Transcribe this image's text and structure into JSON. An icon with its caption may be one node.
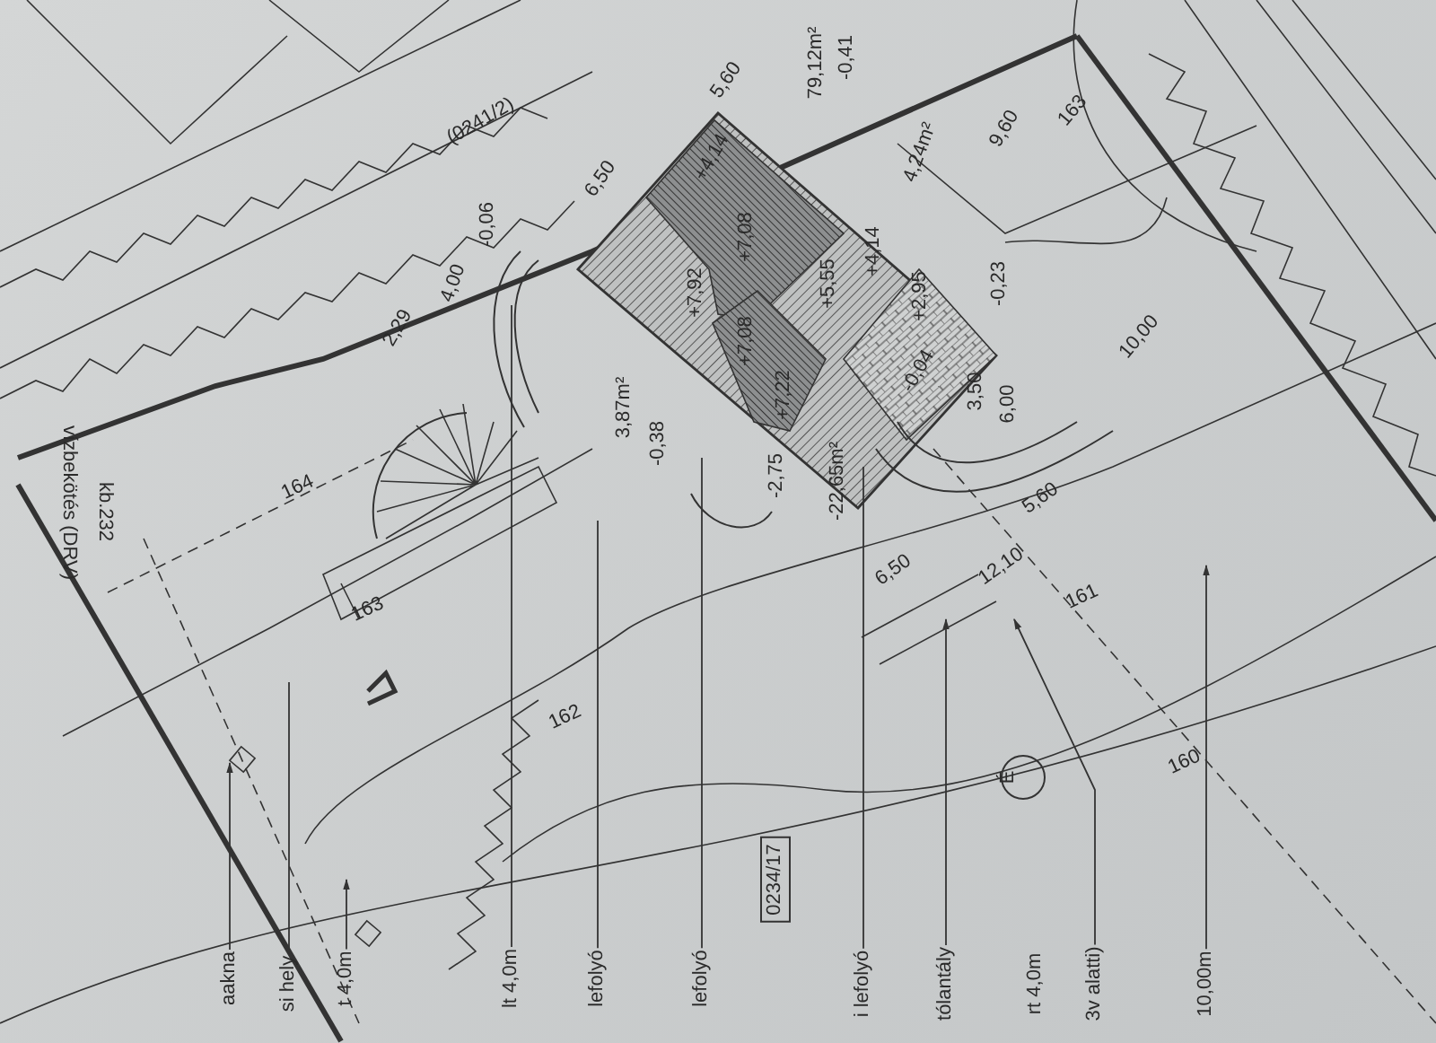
{
  "diagram": {
    "nodes": [
      {
        "text": [
          "aakna"
        ]
      },
      {
        "text": [
          "si hely"
        ]
      },
      {
        "text": [
          "t 4,0m"
        ]
      },
      {
        "text": [
          "lt 4,0m"
        ]
      },
      {
        "text": [
          "lefolyó"
        ]
      },
      {
        "text": [
          "lefolyó"
        ]
      },
      {
        "text": [
          "i lefolyó"
        ]
      },
      {
        "text": [
          "tólantály"
        ]
      },
      {
        "text": [
          "3v alatti)"
        ]
      },
      {
        "text": [
          "10,00m"
        ]
      }
    ],
    "edges": [
      {
        "from": 0,
        "to": null,
        "arrow": "to"
      },
      {
        "from": 1,
        "to": null,
        "arrow": "none"
      },
      {
        "from": 2,
        "to": null,
        "arrow": "to"
      },
      {
        "from": 3,
        "to": null,
        "arrow": "none"
      },
      {
        "from": 4,
        "to": null,
        "arrow": "none"
      },
      {
        "from": 5,
        "to": null,
        "arrow": "none"
      },
      {
        "from": 6,
        "to": null,
        "arrow": "none"
      },
      {
        "from": 7,
        "to": null,
        "arrow": "to"
      },
      {
        "from": 8,
        "to": null,
        "arrow": "to"
      },
      {
        "from": 9,
        "to": null,
        "arrow": "to"
      }
    ],
    "labels": [
      "(0241/2)",
      "5,60",
      "6,50",
      "+4,14",
      "79,12m²",
      "-0,41",
      "4,24m²",
      "9,60",
      "163",
      "-0,06",
      "+7,08",
      "+7,92",
      "+5,55",
      "+4,14",
      "+2,95",
      "-0,23",
      "+7,08",
      "+7,22",
      "-0,04",
      "3,50",
      "6,00",
      "10,00",
      "4,00",
      "2,29",
      "3,87m²",
      "-0,38",
      "-2,75",
      "-22,65m²",
      "vízbekötés (DRV)",
      "kb.232",
      "164",
      "163",
      "162",
      "5,60",
      "6,50",
      "12,10",
      "161",
      "É",
      "0234/17",
      "160",
      "rt 4,0m"
    ]
  }
}
